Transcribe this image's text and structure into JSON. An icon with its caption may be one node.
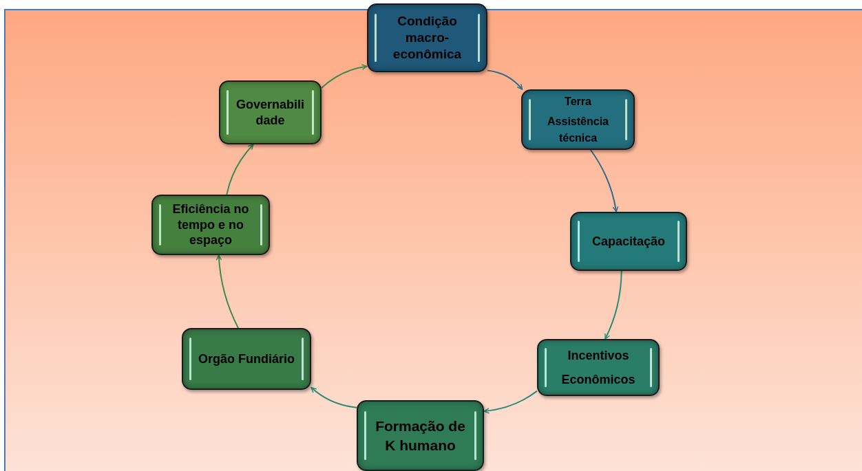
{
  "diagram": {
    "nodes": [
      {
        "text": [
          "Condição macro-econômica"
        ]
      },
      {
        "text": [
          "Terra",
          "Assistência técnica"
        ]
      },
      {
        "text": [
          "Capacitação"
        ]
      },
      {
        "text": [
          "Incentivos Econômicos"
        ]
      },
      {
        "text": [
          "Formação de K humano"
        ]
      },
      {
        "text": [
          "Orgão Fundiário"
        ]
      },
      {
        "text": [
          "Eficiência no tempo e no espaço"
        ]
      },
      {
        "text": [
          "Governabili dade"
        ]
      }
    ],
    "edges": [
      {
        "from": 0,
        "to": 1,
        "arrow": "to",
        "color": "#2e6b8c"
      },
      {
        "from": 1,
        "to": 2,
        "arrow": "to",
        "color": "#2e6b8c"
      },
      {
        "from": 2,
        "to": 3,
        "arrow": "to"
      },
      {
        "from": 3,
        "to": 4,
        "arrow": "to"
      },
      {
        "from": 4,
        "to": 5,
        "arrow": "to"
      },
      {
        "from": 5,
        "to": 6,
        "arrow": "to",
        "color": "#3d8a50"
      },
      {
        "from": 6,
        "to": 7,
        "arrow": "to",
        "color": "#3d8a50"
      },
      {
        "from": 7,
        "to": 0,
        "arrow": "to",
        "color": "#3d8a50"
      }
    ]
  }
}
